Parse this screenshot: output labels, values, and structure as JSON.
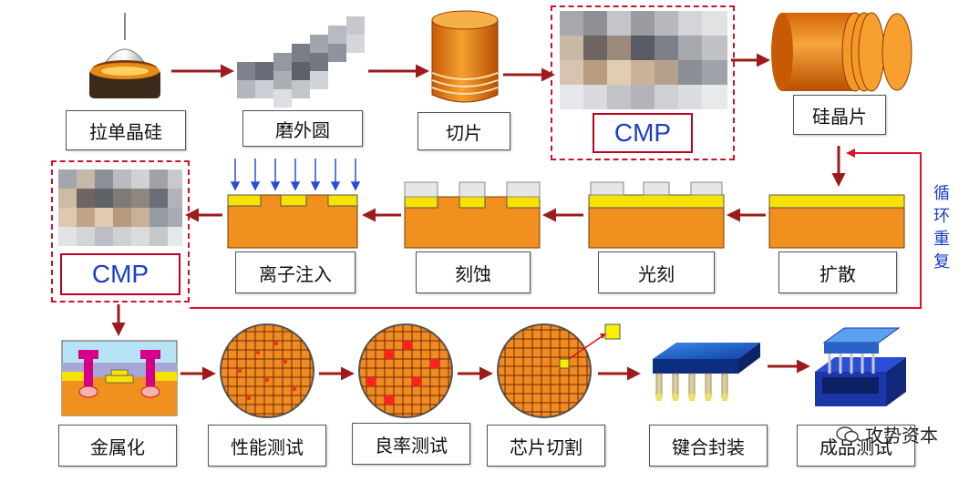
{
  "steps": {
    "pull_crystal": "拉单晶硅",
    "grind_round": "磨外圆",
    "slice": "切片",
    "cmp_top": "CMP",
    "wafer": "硅晶片",
    "diffusion": "扩散",
    "lithography": "光刻",
    "etch": "刻蚀",
    "ion_implant": "离子注入",
    "cmp_mid": "CMP",
    "metallization": "金属化",
    "perf_test": "性能测试",
    "yield_test": "良率测试",
    "die_cut": "芯片切割",
    "bond_package": "键合封装",
    "final_test": "成品测试"
  },
  "loop_label": [
    "循",
    "环",
    "重",
    "复"
  ],
  "watermark": "攻势资本",
  "colors": {
    "arrow": "#9e1b1b",
    "loop_line": "#e0102a",
    "substrate": "#f0901e",
    "layer": "#f8e300",
    "mask": "#e6e6e6",
    "wafer_orange": "#f08a22",
    "die_red": "#ff2020",
    "cmp_text": "#1a3fc4",
    "implant_arrow": "#2a4ed8"
  }
}
